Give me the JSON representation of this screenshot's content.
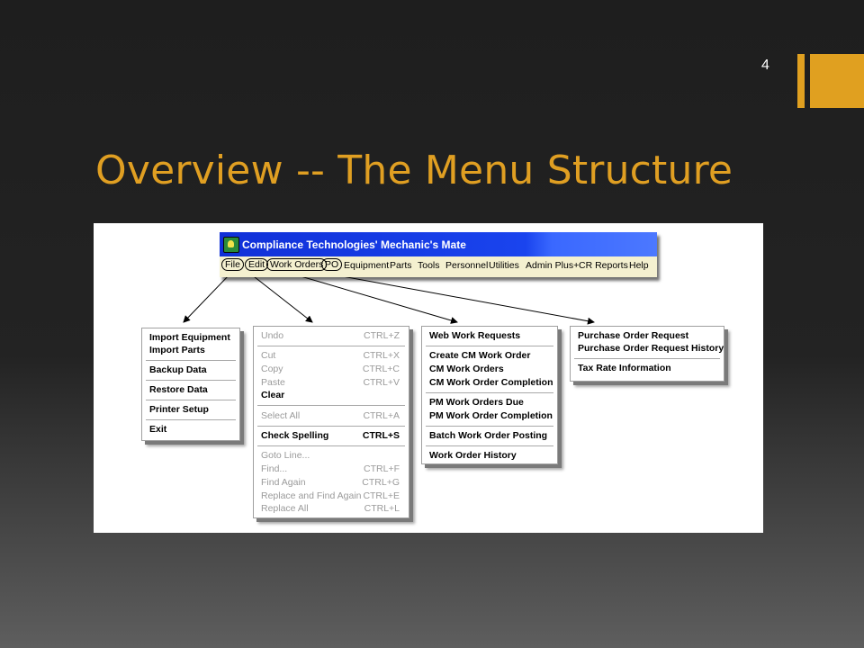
{
  "slide": {
    "number": "4",
    "title": "Overview -- The Menu Structure",
    "accent_color": "#e0a020",
    "title_color": "#e09f22"
  },
  "app": {
    "title": "Compliance Technologies' Mechanic's Mate",
    "icon": "app-icon",
    "menubar": [
      "File",
      "Edit",
      "Work Orders",
      "PO",
      "Equipment",
      "Parts",
      "Tools",
      "Personnel",
      "Utilities",
      "Admin Plus+",
      "CR Reports",
      "Help"
    ]
  },
  "menus": {
    "file": [
      "Import Equipment",
      "Import Parts",
      "Backup Data",
      "Restore Data",
      "Printer Setup",
      "Exit"
    ],
    "edit": [
      {
        "label": "Undo",
        "shortcut": "CTRL+Z"
      },
      {
        "label": "Cut",
        "shortcut": "CTRL+X"
      },
      {
        "label": "Copy",
        "shortcut": "CTRL+C"
      },
      {
        "label": "Paste",
        "shortcut": "CTRL+V"
      },
      {
        "label": "Clear",
        "shortcut": ""
      },
      {
        "label": "Select All",
        "shortcut": "CTRL+A"
      },
      {
        "label": "Check Spelling",
        "shortcut": "CTRL+S"
      },
      {
        "label": "Goto Line...",
        "shortcut": ""
      },
      {
        "label": "Find...",
        "shortcut": "CTRL+F"
      },
      {
        "label": "Find Again",
        "shortcut": "CTRL+G"
      },
      {
        "label": "Replace and Find Again",
        "shortcut": "CTRL+E"
      },
      {
        "label": "Replace All",
        "shortcut": "CTRL+L"
      }
    ],
    "work_orders": [
      "Web Work Requests",
      "Create CM Work Order",
      "CM Work Orders",
      "CM Work Order Completion",
      "PM Work Orders Due",
      "PM Work Order Completion",
      "Batch Work Order Posting",
      "Work Order History"
    ],
    "po": [
      "Purchase Order Request",
      "Purchase Order Request History",
      "Tax Rate Information"
    ]
  }
}
